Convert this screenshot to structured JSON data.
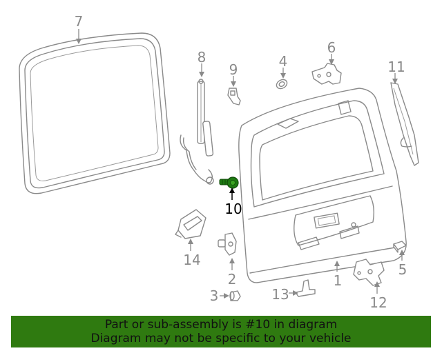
{
  "callouts": {
    "c1": "1",
    "c2": "2",
    "c3": "3",
    "c4": "4",
    "c5": "5",
    "c6": "6",
    "c7": "7",
    "c8": "8",
    "c9": "9",
    "c10": "10",
    "c11": "11",
    "c12": "12",
    "c13": "13",
    "c14": "14"
  },
  "highlight": {
    "part": "10",
    "color": "#1e7a12"
  },
  "footer": {
    "line1": "Part or sub-assembly is #10 in diagram",
    "line2": "Diagram may not be specific to your vehicle",
    "background": "#2f7a10"
  }
}
